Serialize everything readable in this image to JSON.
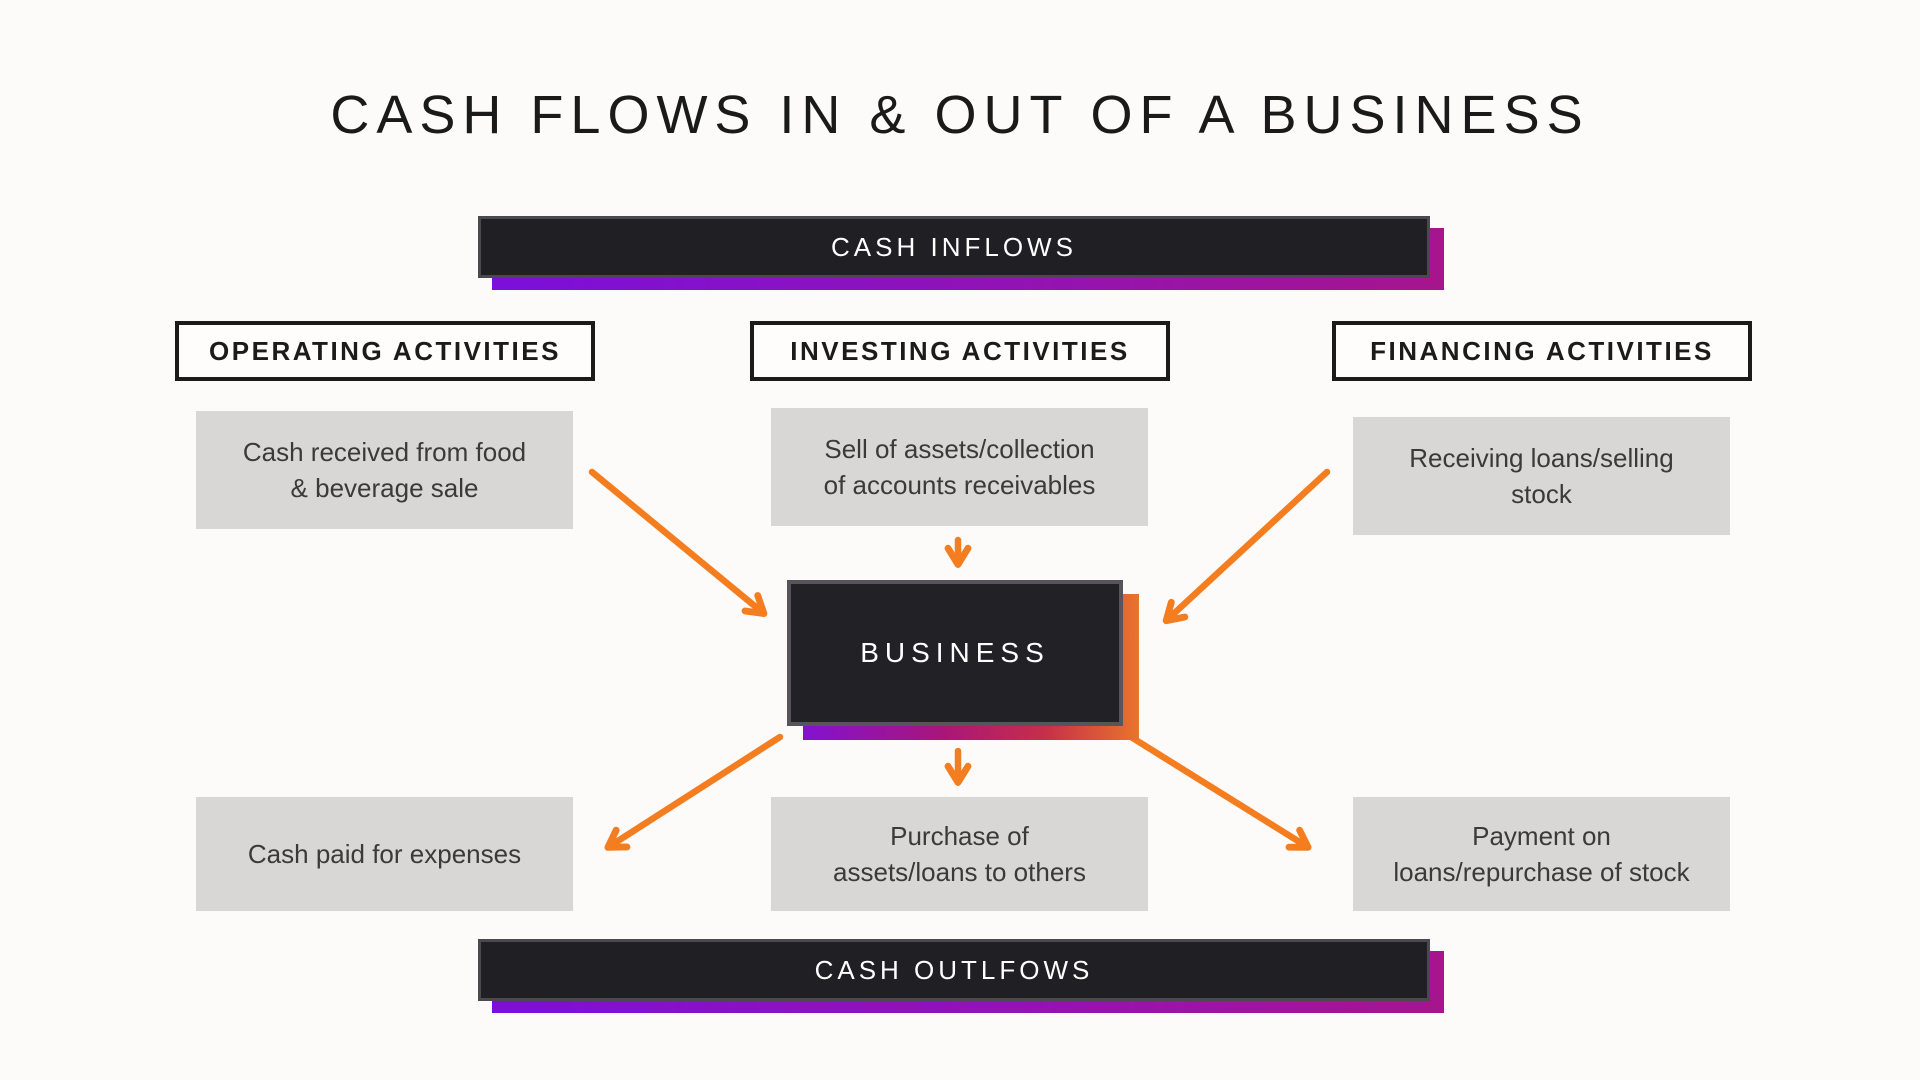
{
  "title": "CASH FLOWS IN & OUT OF A BUSINESS",
  "inflow_banner": {
    "label": "CASH INFLOWS"
  },
  "outflow_banner": {
    "label": "CASH OUTLFOWS"
  },
  "business": {
    "label": "BUSINESS"
  },
  "columns": [
    {
      "header": "OPERATING ACTIVITIES",
      "inflow": "Cash received from food\n& beverage sale",
      "outflow": "Cash paid for expenses"
    },
    {
      "header": "INVESTING ACTIVITIES",
      "inflow": "Sell of assets/collection\nof accounts receivables",
      "outflow": "Purchase of\nassets/loans to others"
    },
    {
      "header": "FINANCING ACTIVITIES",
      "inflow": "Receiving loans/selling\nstock",
      "outflow": "Payment on\nloans/repurchase of stock"
    }
  ],
  "colors": {
    "background": "#FCFBFA",
    "arrow_orange": "#F47D20",
    "dark_box_fill": "#202024",
    "dark_box_border": "#4A4A4E",
    "gray_box_fill": "#D8D7D5",
    "gray_box_text": "#3A3A3A",
    "header_border": "#1B1B1B",
    "title_text": "#1A1A1A",
    "banner_shadow_start": "#7B10DA",
    "banner_shadow_end": "#A6158D",
    "business_shadow_start": "#8312D0",
    "business_shadow_mid": "#A91679",
    "business_shadow_end": "#E8742D"
  }
}
